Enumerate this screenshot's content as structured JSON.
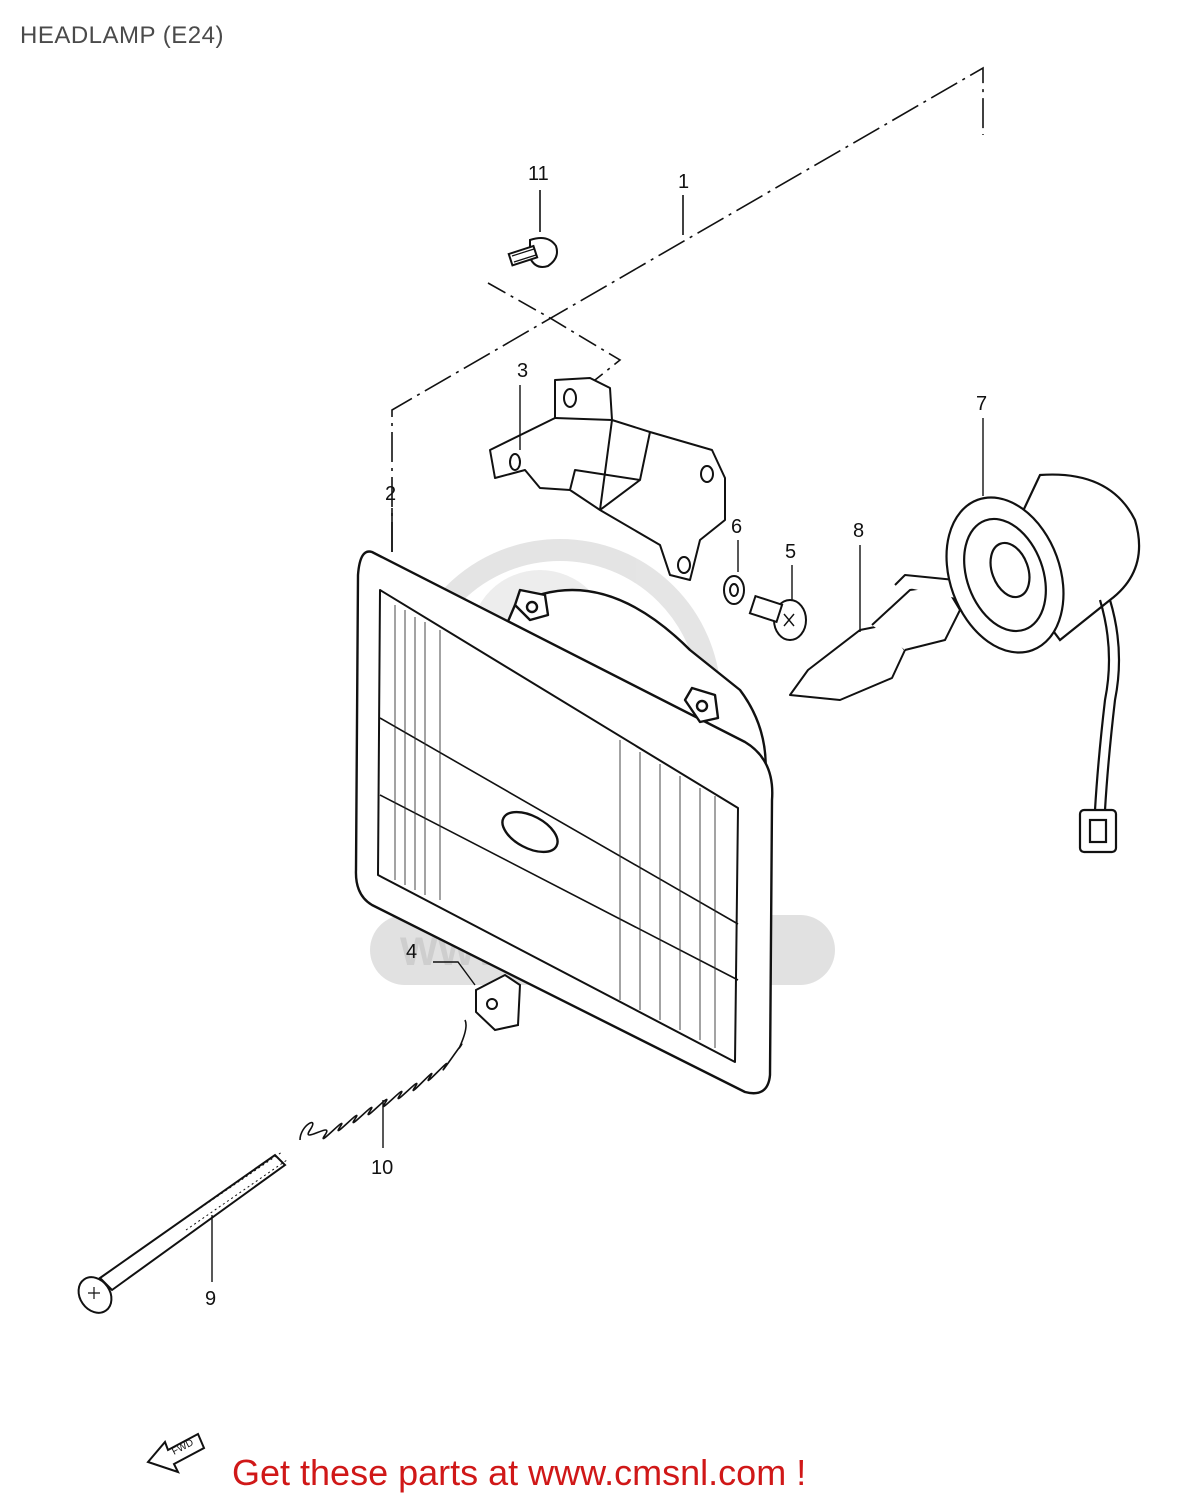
{
  "title": "HEADLAMP (E24)",
  "callouts": [
    {
      "id": "1",
      "label": "1"
    },
    {
      "id": "2",
      "label": "2"
    },
    {
      "id": "3",
      "label": "3"
    },
    {
      "id": "4",
      "label": "4"
    },
    {
      "id": "5",
      "label": "5"
    },
    {
      "id": "6",
      "label": "6"
    },
    {
      "id": "7",
      "label": "7"
    },
    {
      "id": "8",
      "label": "8"
    },
    {
      "id": "9",
      "label": "9"
    },
    {
      "id": "10",
      "label": "10"
    },
    {
      "id": "11",
      "label": "11"
    }
  ],
  "fwd_arrow": {
    "label": "FWD"
  },
  "watermark": {
    "text": "WWW.CMSNL.COM"
  },
  "footer": {
    "text": "Get these parts at www.cmsnl.com !"
  },
  "colors": {
    "line": "#111111",
    "footer": "#d01818",
    "title": "#4a4a4a",
    "watermark": "#d9d9d9"
  }
}
